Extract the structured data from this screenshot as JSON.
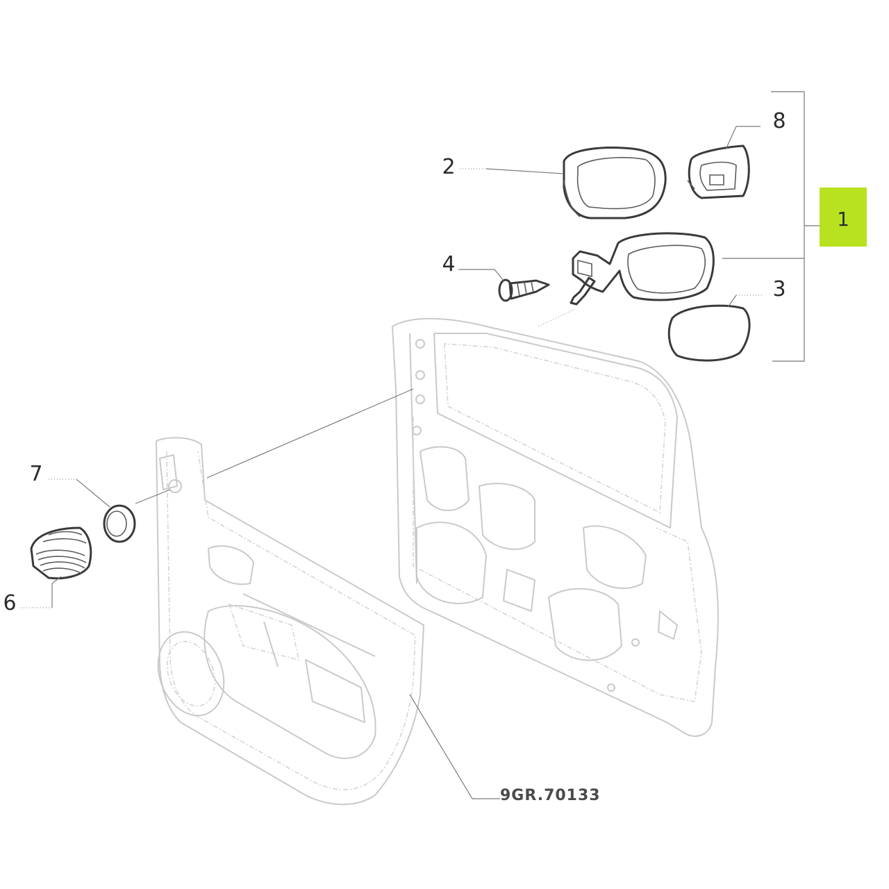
{
  "callouts": {
    "c1": "1",
    "c2": "2",
    "c3": "3",
    "c4": "4",
    "c6": "6",
    "c7": "7",
    "c8": "8"
  },
  "reference_code": "9GR.70133",
  "colors": {
    "highlight": "#b8e21f",
    "line": "#3a3a3a",
    "ghost": "#c9c9c9"
  }
}
